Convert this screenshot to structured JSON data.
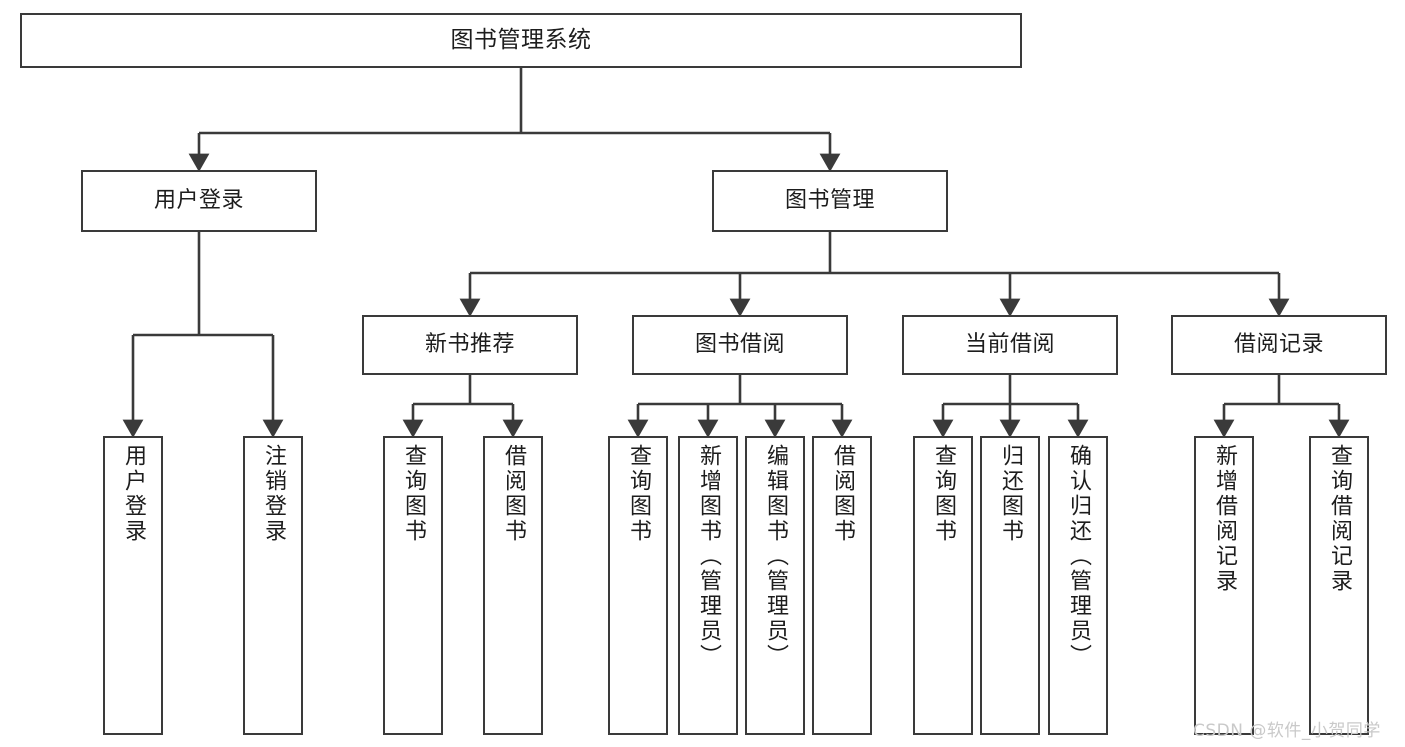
{
  "diagram": {
    "title": "图书管理系统",
    "type": "tree-hierarchy-chart",
    "colors": {
      "box_border": "#3a3a3a",
      "box_fill": "#ffffff",
      "edge": "#3a3a3a",
      "text": "#1d1d1d",
      "watermark": "#c9c9c9",
      "canvas": "#ffffff"
    },
    "watermark": "CSDN @软件_小贺同学",
    "nodes": {
      "root": {
        "label": "图书管理系统"
      },
      "level2": [
        {
          "id": "user-login",
          "label": "用户登录"
        },
        {
          "id": "book-management",
          "label": "图书管理"
        }
      ],
      "level3": [
        {
          "id": "new-book-recommend",
          "label": "新书推荐"
        },
        {
          "id": "book-borrow",
          "label": "图书借阅"
        },
        {
          "id": "current-borrow",
          "label": "当前借阅"
        },
        {
          "id": "borrow-record",
          "label": "借阅记录"
        }
      ],
      "leaves": {
        "user_login": [
          {
            "id": "leaf-user-login",
            "label": "用户登录"
          },
          {
            "id": "leaf-logout-login",
            "label": "注销登录"
          }
        ],
        "new_book_recommend": [
          {
            "id": "leaf-query-book-1",
            "label": "查询图书"
          },
          {
            "id": "leaf-borrow-book-1",
            "label": "借阅图书"
          }
        ],
        "book_borrow": [
          {
            "id": "leaf-query-book-2",
            "label": "查询图书"
          },
          {
            "id": "leaf-add-book",
            "label": "新增图书（管理员）"
          },
          {
            "id": "leaf-edit-book",
            "label": "编辑图书（管理员）"
          },
          {
            "id": "leaf-borrow-book-2",
            "label": "借阅图书"
          }
        ],
        "current_borrow": [
          {
            "id": "leaf-query-book-3",
            "label": "查询图书"
          },
          {
            "id": "leaf-return-book",
            "label": "归还图书"
          },
          {
            "id": "leaf-confirm-return",
            "label": "确认归还（管理员）"
          }
        ],
        "borrow_record": [
          {
            "id": "leaf-add-record",
            "label": "新增借阅记录"
          },
          {
            "id": "leaf-query-record",
            "label": "查询借阅记录"
          }
        ]
      }
    }
  }
}
